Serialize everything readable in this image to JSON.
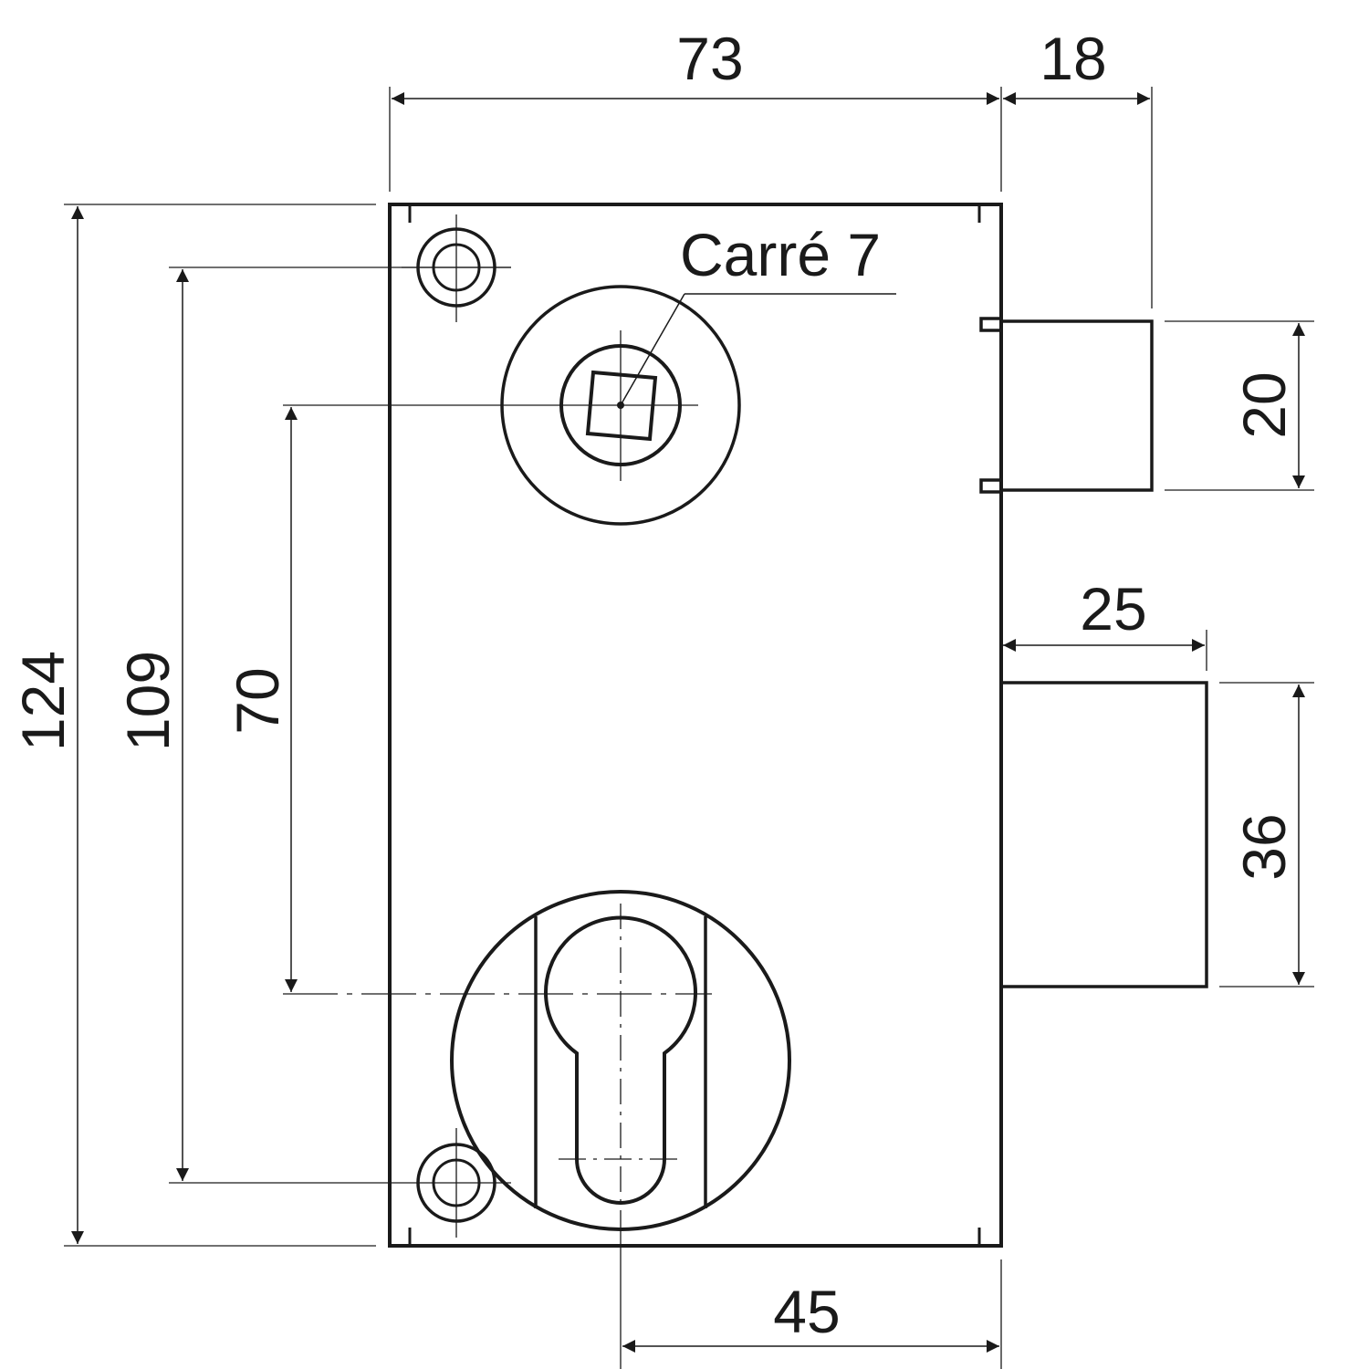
{
  "drawing": {
    "stroke_color": "#1a1a1a",
    "background": "#ffffff",
    "dimensions": {
      "overall_width": "73",
      "bolt_projection": "18",
      "overall_height": "124",
      "fixing_holes_spacing": "109",
      "axis_distance": "70",
      "latch_height": "20",
      "deadbolt_projection": "25",
      "deadbolt_height": "36",
      "backset": "45"
    },
    "callouts": {
      "follower": "Carré 7"
    }
  }
}
